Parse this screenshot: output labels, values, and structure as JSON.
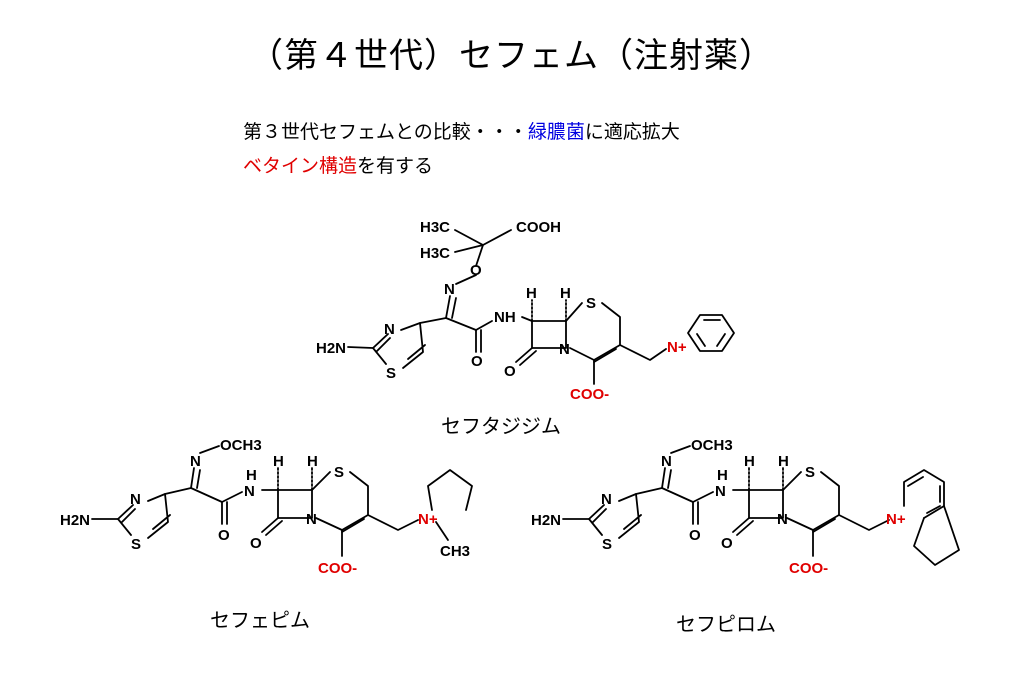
{
  "title": "（第４世代）セフェム（注射薬）",
  "notes": {
    "line1_prefix": "第３世代セフェムとの比較・・・",
    "line1_highlight": "緑膿菌",
    "line1_suffix": "に適応拡大",
    "line2_highlight": "ベタイン構造",
    "line2_suffix": "を有する"
  },
  "colors": {
    "blue": "#0000e0",
    "red": "#e00000"
  },
  "compounds": [
    {
      "name": "セフタジジム",
      "labels": {
        "h3c_top": "H3C",
        "cooh": "COOH",
        "h3c_mid": "H3C",
        "o": "O",
        "n": "N",
        "h1": "H",
        "h2": "H",
        "s": "S",
        "nh": "NH",
        "n_thiazole": "N",
        "h2n": "H2N",
        "s_thiazole": "S",
        "o_amide": "O",
        "o_lactam": "O",
        "n_lactam": "N",
        "coo": "COO-",
        "n_plus": "N+"
      }
    },
    {
      "name": "セフェピム",
      "labels": {
        "n_oxime": "N",
        "och3": "OCH3",
        "h_nh": "H",
        "n_nh": "N",
        "h1": "H",
        "h2": "H",
        "s": "S",
        "n_thiazole": "N",
        "h2n": "H2N",
        "s_thiazole": "S",
        "o_amide": "O",
        "o_lactam": "O",
        "n_lactam": "N",
        "coo": "COO-",
        "n_plus": "N+",
        "ch3": "CH3"
      }
    },
    {
      "name": "セフピロム",
      "labels": {
        "n_oxime": "N",
        "och3": "OCH3",
        "h_nh": "H",
        "n_nh": "N",
        "h1": "H",
        "h2": "H",
        "s": "S",
        "n_thiazole": "N",
        "h2n": "H2N",
        "s_thiazole": "S",
        "o_amide": "O",
        "o_lactam": "O",
        "n_lactam": "N",
        "coo": "COO-",
        "n_plus": "N+"
      }
    }
  ]
}
